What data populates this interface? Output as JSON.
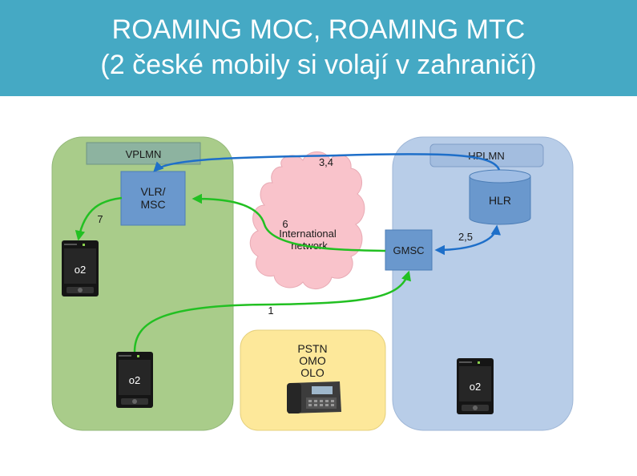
{
  "header": {
    "title_line1": "ROAMING MOC, ROAMING MTC",
    "title_line2": "(2 české mobily si volají v zahraničí)"
  },
  "networks": {
    "vplmn": "VPLMN",
    "hplmn": "HPLMN",
    "international_l1": "International",
    "international_l2": "network",
    "pstn_l1": "PSTN",
    "pstn_l2": "OMO",
    "pstn_l3": "OLO"
  },
  "nodes": {
    "vlr_l1": "VLR/",
    "vlr_l2": "MSC",
    "hlr": "HLR",
    "gmsc": "GMSC"
  },
  "phones": {
    "brand": "o2"
  },
  "steps": {
    "s1": "1",
    "s25": "2,5",
    "s34": "3,4",
    "s6": "6",
    "s7": "7"
  },
  "colors": {
    "header": "#45a9c4",
    "vplmn_area": "#a9cc8a",
    "hplmn_area": "#b8cde8",
    "cloud": "#f9c3cb",
    "pstn_area": "#fde89a",
    "node": "#6a98cd",
    "green_arrow": "#22c022",
    "blue_arrow": "#1e6fc9"
  }
}
